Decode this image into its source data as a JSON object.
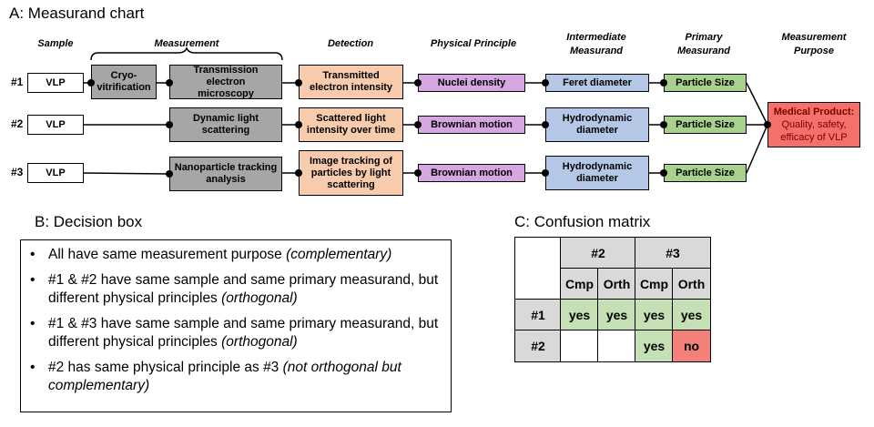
{
  "chart_title": "A: Measurand chart",
  "headers": {
    "sample": "Sample",
    "measurement": "Measurement",
    "detection": "Detection",
    "physical_principle": "Physical Principle",
    "intermediate_1": "Intermediate",
    "intermediate_2": "Measurand",
    "primary_1": "Primary",
    "primary_2": "Measurand",
    "purpose_1": "Measurement",
    "purpose_2": "Purpose"
  },
  "rows": [
    {
      "label": "#1",
      "sample": "VLP",
      "meas_a_1": "Cryo-",
      "meas_a_2": "vitrification",
      "meas_b_1": "Transmission electron",
      "meas_b_2": "microscopy",
      "detection_1": "Transmitted",
      "detection_2": "electron intensity",
      "principle": "Nuclei density",
      "intermediate_1": "Feret diameter",
      "primary": "Particle Size"
    },
    {
      "label": "#2",
      "sample": "VLP",
      "meas_b_1": "Dynamic light",
      "meas_b_2": "scattering",
      "detection_1": "Scattered light",
      "detection_2": "intensity over time",
      "principle": "Brownian motion",
      "intermediate_1": "Hydrodynamic",
      "intermediate_2": "diameter",
      "primary": "Particle Size"
    },
    {
      "label": "#3",
      "sample": "VLP",
      "meas_b_1": "Nanoparticle tracking",
      "meas_b_2": "analysis",
      "detection_1": "Image tracking of",
      "detection_2": "particles by light",
      "detection_3": "scattering",
      "principle": "Brownian motion",
      "intermediate_1": "Hydrodynamic",
      "intermediate_2": "diameter",
      "primary": "Particle Size"
    }
  ],
  "purpose": {
    "title": "Medical Product:",
    "line1": "Quality, safety,",
    "line2": "efficacy of VLP"
  },
  "decision": {
    "title": "B: Decision box",
    "items": [
      {
        "text": "All have same measurement purpose ",
        "italic": "(complementary)"
      },
      {
        "text": "#1 & #2 have same sample and same primary measurand, but different physical principles ",
        "italic": "(orthogonal)"
      },
      {
        "text": "#1 & #3 have same sample and same primary measurand, but different physical principles ",
        "italic": "(orthogonal)"
      },
      {
        "text": "#2 has same physical principle as #3 ",
        "italic": "(not orthogonal but complementary)"
      }
    ]
  },
  "confusion": {
    "title": "C: Confusion matrix",
    "col_groups": [
      "#2",
      "#3"
    ],
    "sub_cols": [
      "Cmp",
      "Orth",
      "Cmp",
      "Orth"
    ],
    "rows": [
      {
        "label": "#1",
        "cells": [
          "yes",
          "yes",
          "yes",
          "yes"
        ]
      },
      {
        "label": "#2",
        "cells": [
          "",
          "",
          "yes",
          "no"
        ]
      }
    ],
    "colors": {
      "header": "#d9d9d9",
      "yes": "#c5e0b4",
      "no": "#f4807a",
      "empty": "#ffffff"
    }
  },
  "colors": {
    "sample": "#ffffff",
    "measurement": "#a6a6a6",
    "detection": "#f8cbad",
    "principle": "#d5a6e0",
    "intermediate": "#b4c7e7",
    "primary": "#a9d18e",
    "purpose": "#f4706a"
  }
}
